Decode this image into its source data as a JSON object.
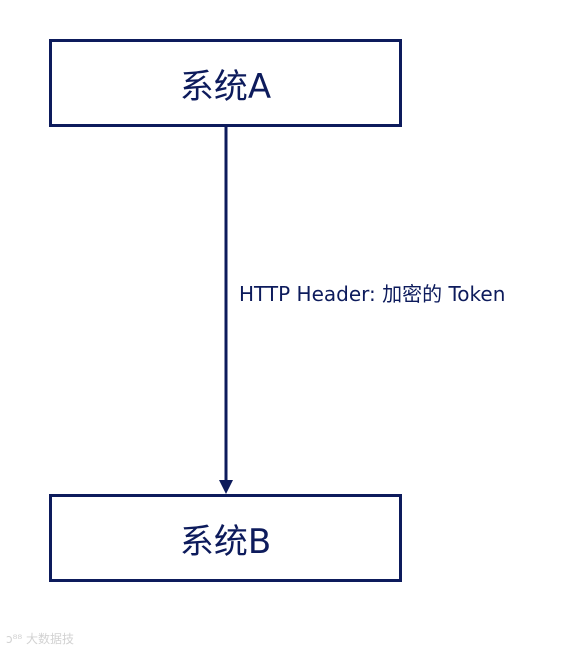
{
  "nodes": {
    "top": {
      "label": "系统A"
    },
    "bottom": {
      "label": "系统B"
    }
  },
  "edge": {
    "label": "HTTP Header: 加密的 Token"
  },
  "watermark": {
    "text": "大数据技"
  },
  "colors": {
    "stroke": "#0d1b5c",
    "background": "#ffffff"
  }
}
